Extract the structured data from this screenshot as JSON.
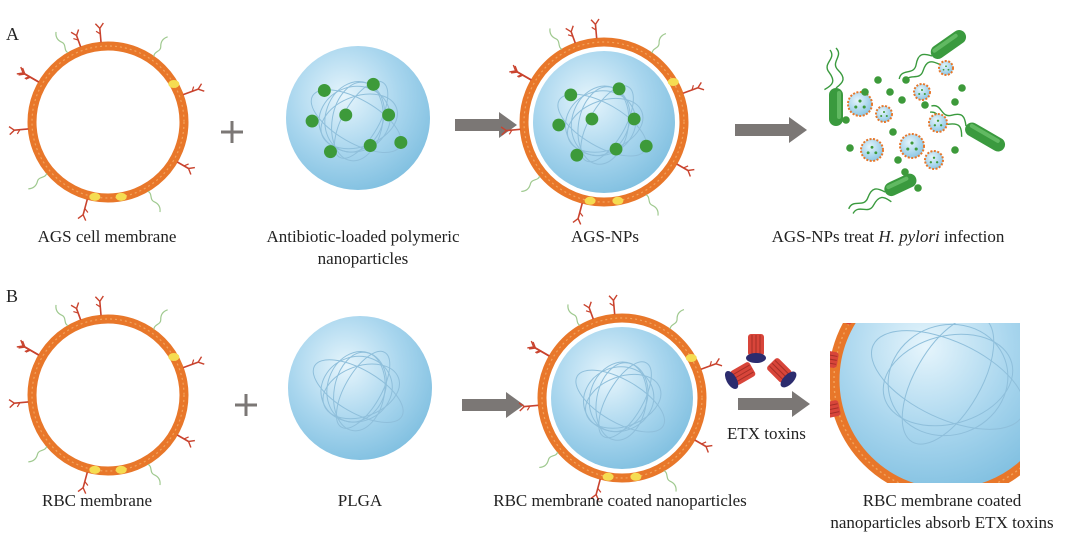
{
  "panels": {
    "a": {
      "letter": "A",
      "labels": {
        "membrane": "AGS cell membrane",
        "np_line1": "Antibiotic-loaded polymeric",
        "np_line2": "nanoparticles",
        "coated": "AGS-NPs",
        "treat_prefix": "AGS-NPs treat ",
        "treat_italic": "H. pylori",
        "treat_suffix": " infection"
      }
    },
    "b": {
      "letter": "B",
      "labels": {
        "membrane": "RBC membrane",
        "core": "PLGA",
        "coated": "RBC membrane coated nanoparticles",
        "toxins": "ETX toxins",
        "absorb_line1": "RBC membrane coated",
        "absorb_line2": "nanoparticles absorb ETX toxins"
      }
    }
  },
  "colors": {
    "membrane_orange": "#e8772a",
    "membrane_light": "#f3a35c",
    "nanoparticle_blue": "#a9d6ee",
    "drug_green": "#3d9a3a",
    "bacteria_green": "#3a9a3e",
    "toxin_red": "#d8453a",
    "toxin_navy": "#2c2c6e",
    "arrow_gray": "#7b7775",
    "receptor_red": "#c9432e",
    "marker_yellow": "#f5dc52"
  }
}
